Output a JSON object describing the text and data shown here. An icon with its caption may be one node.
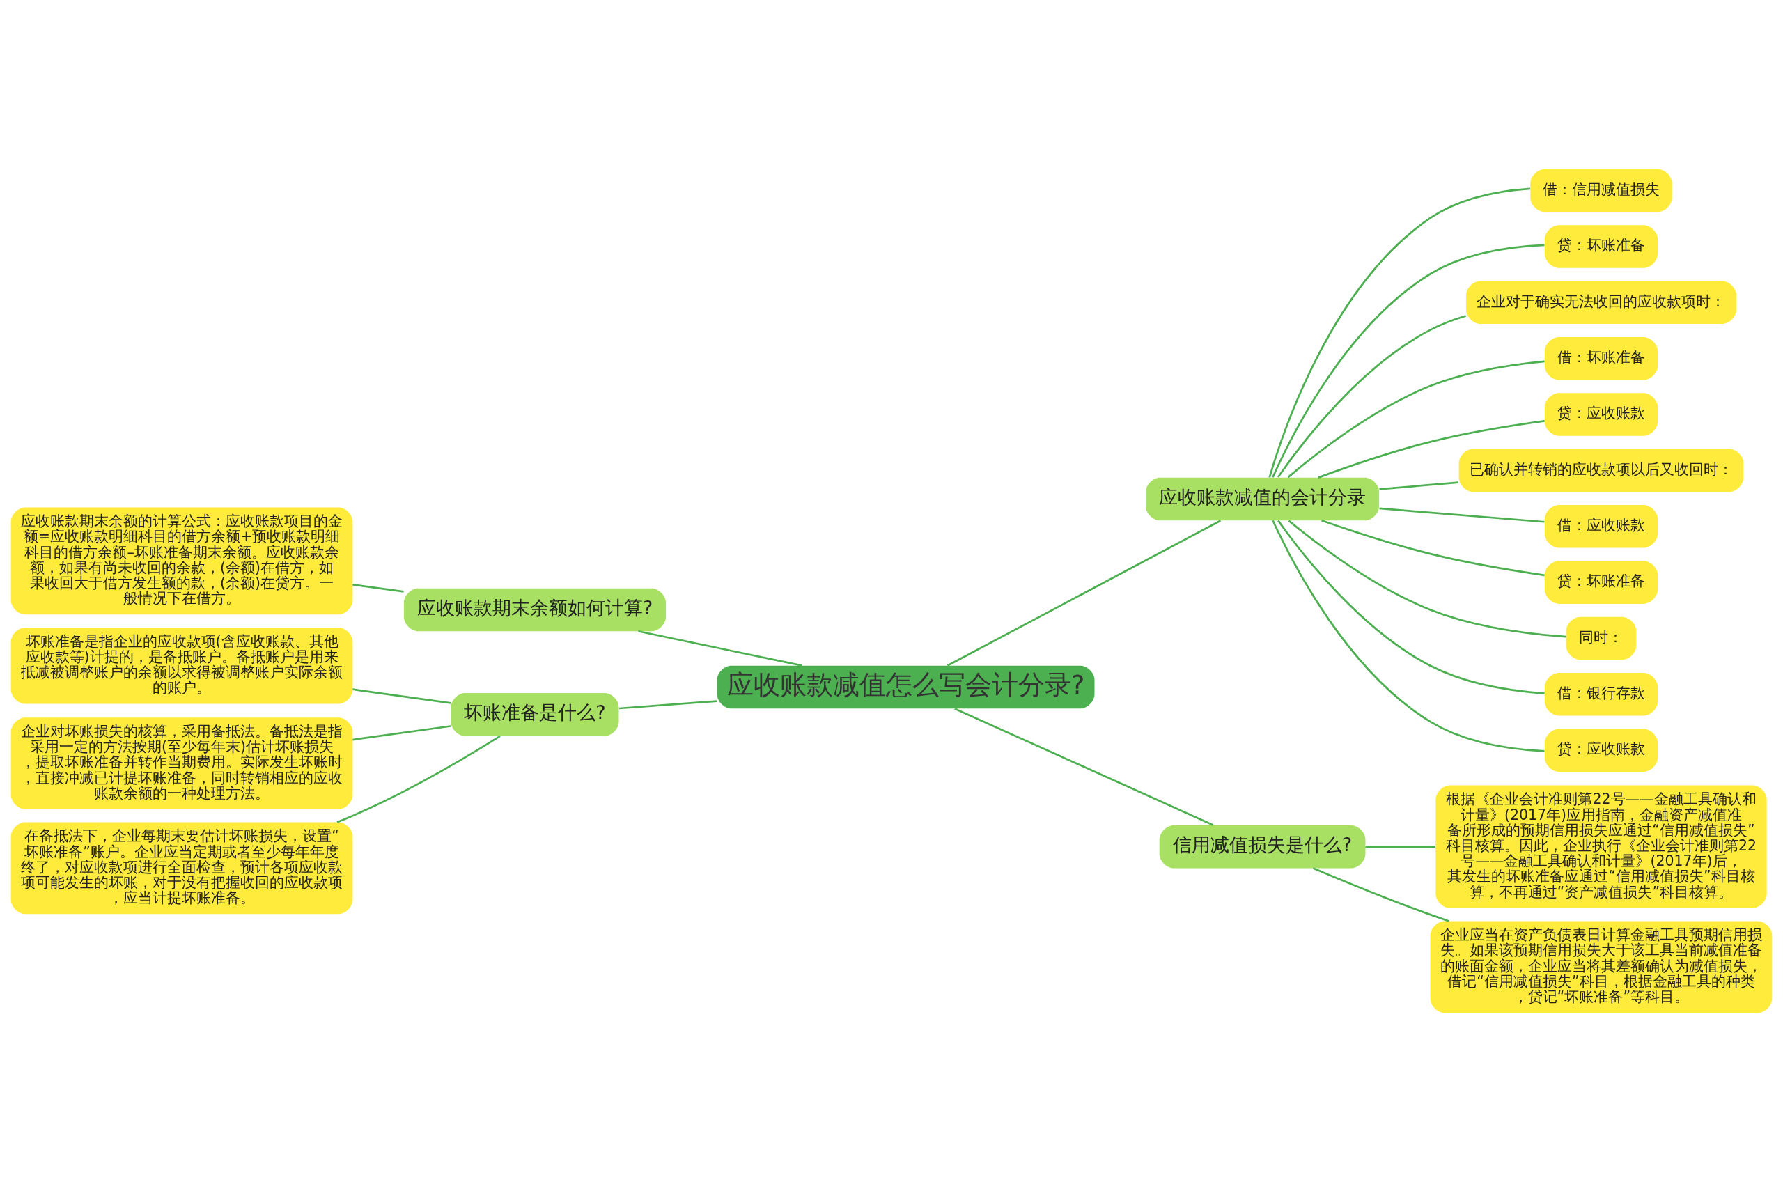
{
  "diagram": {
    "nodes": [
      {
        "text": [
          "应收账款减值怎么写会计分录?"
        ]
      },
      {
        "text": [
          "应收账款减值的会计分录"
        ]
      },
      {
        "text": [
          "借：信用减值损失"
        ]
      },
      {
        "text": [
          "贷：坏账准备"
        ]
      },
      {
        "text": [
          "企业对于确实无法收回的应收款项时："
        ]
      },
      {
        "text": [
          "借：坏账准备"
        ]
      },
      {
        "text": [
          "贷：应收账款"
        ]
      },
      {
        "text": [
          "已确认并转销的应收款项以后又收回时："
        ]
      },
      {
        "text": [
          "借：应收账款"
        ]
      },
      {
        "text": [
          "贷：坏账准备"
        ]
      },
      {
        "text": [
          "同时："
        ]
      },
      {
        "text": [
          "借：银行存款"
        ]
      },
      {
        "text": [
          "贷：应收账款"
        ]
      },
      {
        "text": [
          "应收账款期末余额如何计算?"
        ]
      },
      {
        "text": [
          "应收账款期末余额的计算公式：应收账款项目的金额=应收账款明细科目的借方余额+预收账款明细科目的借方余额–坏账准备期末余额。应收账款余额，如果有尚未收回的余款，(余额)在借方，如果收回大于借方发生额的款，(余额)在贷方。一般情况下在借方。"
        ]
      },
      {
        "text": [
          "坏账准备是什么?"
        ]
      },
      {
        "text": [
          "坏账准备是指企业的应收款项(含应收账款、其他应收款等)计提的，是备抵账户。备抵账户是用来抵减被调整账户的余额以求得被调整账户实际余额的账户。"
        ]
      },
      {
        "text": [
          "企业对坏账损失的核算，采用备抵法。备抵法是指采用一定的方法按期(至少每年末)估计坏账损失，提取坏账准备并转作当期费用。实际发生坏账时，直接冲减已计提坏账准备，同时转销相应的应收账款余额的一种处理方法。"
        ]
      },
      {
        "text": [
          "在备抵法下，企业每期末要估计坏账损失，设置“坏账准备”账户。企业应当定期或者至少每年年度终了，对应收款项进行全面检查，预计各项应收款项可能发生的坏账，对于没有把握收回的应收款项，应当计提坏账准备。"
        ]
      },
      {
        "text": [
          "信用减值损失是什么?"
        ]
      },
      {
        "text": [
          "根据《企业会计准则第22号——金融工具确认和计量》(2017年)应用指南，金融资产减值准备所形成的预期信用损失应通过“信用减值损失”科目核算。因此，企业执行《企业会计准则第22号——金融工具确认和计量》(2017年)后，其发生的坏账准备应通过“信用减值损失”科目核算，不再通过“资产减值损失”科目核算。"
        ]
      },
      {
        "text": [
          "企业应当在资产负债表日计算金融工具预期信用损失。如果该预期信用损失大于该工具当前减值准备的账面金额，企业应当将其差额确认为减值损失，借记“信用减值损失”科目，根据金融工具的种类，贷记“坏账准备”等科目。"
        ]
      }
    ],
    "edges": [
      {
        "from": 0,
        "to": 1,
        "arrow": "none"
      },
      {
        "from": 1,
        "to": 2,
        "arrow": "none"
      },
      {
        "from": 1,
        "to": 3,
        "arrow": "none"
      },
      {
        "from": 1,
        "to": 4,
        "arrow": "none"
      },
      {
        "from": 1,
        "to": 5,
        "arrow": "none"
      },
      {
        "from": 1,
        "to": 6,
        "arrow": "none"
      },
      {
        "from": 1,
        "to": 7,
        "arrow": "none"
      },
      {
        "from": 1,
        "to": 8,
        "arrow": "none"
      },
      {
        "from": 1,
        "to": 9,
        "arrow": "none"
      },
      {
        "from": 1,
        "to": 10,
        "arrow": "none"
      },
      {
        "from": 1,
        "to": 11,
        "arrow": "none"
      },
      {
        "from": 1,
        "to": 12,
        "arrow": "none"
      },
      {
        "from": 0,
        "to": 13,
        "arrow": "none"
      },
      {
        "from": 13,
        "to": 14,
        "arrow": "none"
      },
      {
        "from": 0,
        "to": 15,
        "arrow": "none"
      },
      {
        "from": 15,
        "to": 16,
        "arrow": "none"
      },
      {
        "from": 15,
        "to": 17,
        "arrow": "none"
      },
      {
        "from": 15,
        "to": 18,
        "arrow": "none"
      },
      {
        "from": 0,
        "to": 19,
        "arrow": "none"
      },
      {
        "from": 19,
        "to": 20,
        "arrow": "none"
      },
      {
        "from": 19,
        "to": 21,
        "arrow": "none"
      }
    ]
  }
}
